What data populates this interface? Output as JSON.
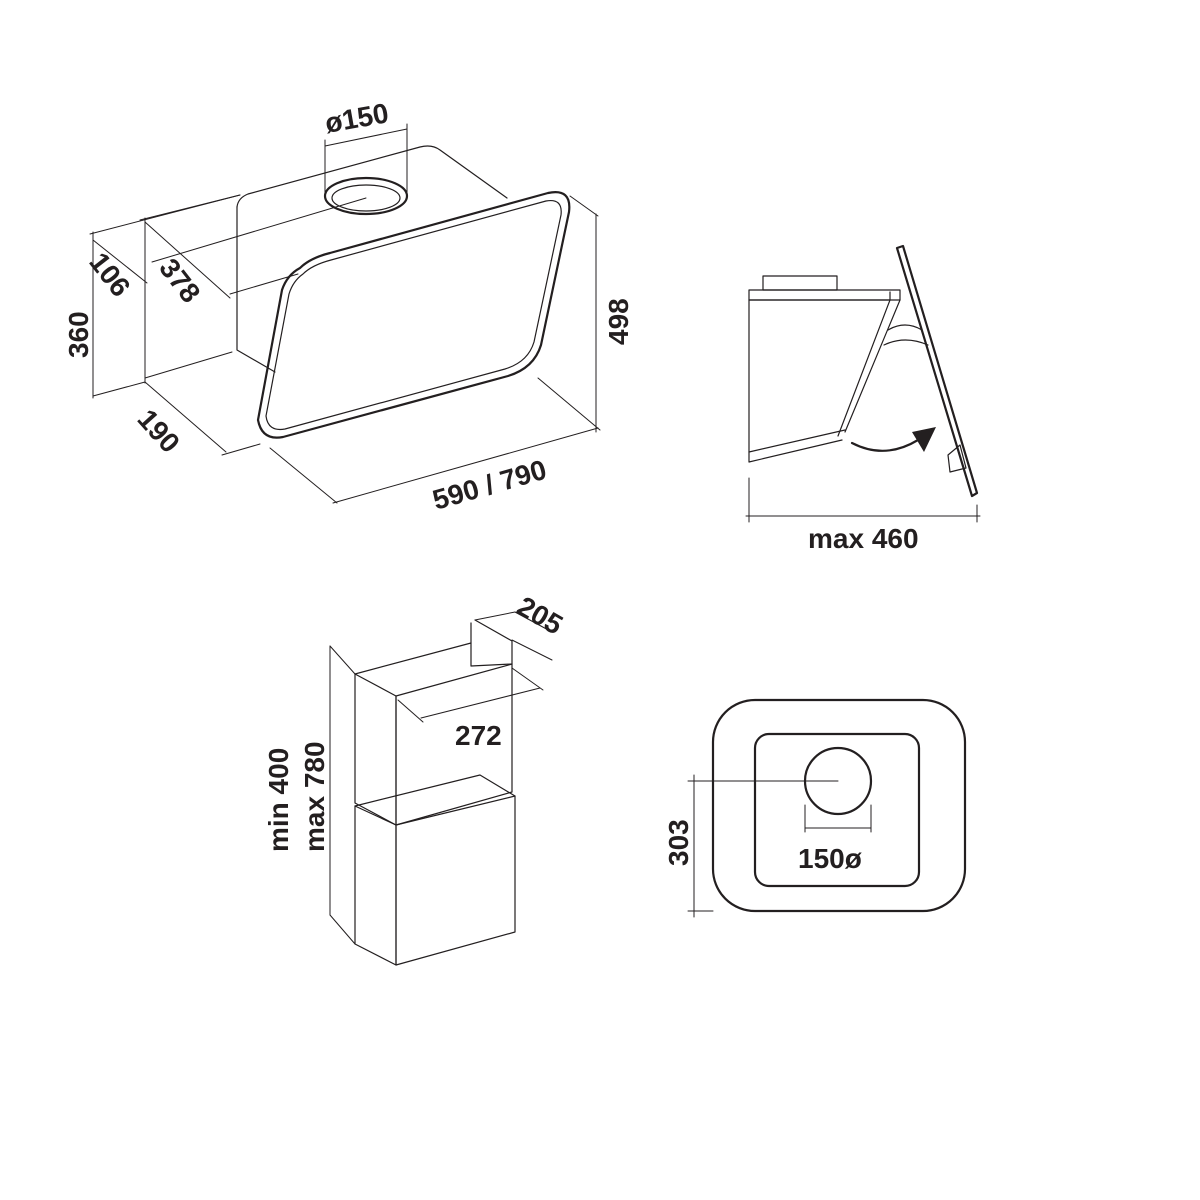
{
  "colors": {
    "line": "#231f20",
    "background": "#ffffff"
  },
  "main_view": {
    "duct_diameter": "ø150",
    "depth_top": "106",
    "depth_inner": "378",
    "height_body": "360",
    "height_total": "498",
    "depth_bottom": "190",
    "width": "590 / 790"
  },
  "side_view": {
    "max_depth": "max 460"
  },
  "chimney_view": {
    "depth": "205",
    "width": "272",
    "height_min": "min 400",
    "height_max": "max 780"
  },
  "top_view": {
    "duct_offset": "303",
    "duct_diameter": "150ø"
  }
}
